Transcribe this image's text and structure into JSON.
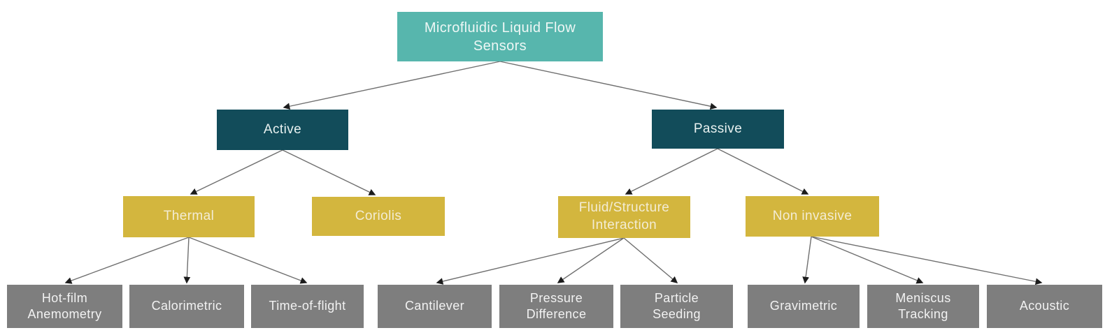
{
  "colors": {
    "background": "#ffffff",
    "root_box": "#57b6ad",
    "level2_box": "#124c5a",
    "level3_box": "#d3b63e",
    "level4_box": "#7e7e7e",
    "root_text": "#eef7f5",
    "level2_text": "#e8f1f0",
    "level3_text": "#f3ecd4",
    "level4_text": "#f2f2f2",
    "line": "#6f6f6f",
    "arrowhead": "#1c1c1c"
  },
  "hierarchy": {
    "label": "Microfluidic Liquid Flow\nSensors",
    "children": [
      {
        "label": "Active",
        "children": [
          {
            "label": "Thermal",
            "children": [
              {
                "label": "Hot-film\nAnemometry"
              },
              {
                "label": "Calorimetric"
              },
              {
                "label": "Time-of-flight"
              }
            ]
          },
          {
            "label": "Coriolis",
            "children": []
          }
        ]
      },
      {
        "label": "Passive",
        "children": [
          {
            "label": "Fluid/Structure\nInteraction",
            "children": [
              {
                "label": "Cantilever"
              },
              {
                "label": "Pressure\nDifference"
              },
              {
                "label": "Particle\nSeeding"
              }
            ]
          },
          {
            "label": "Non invasive",
            "children": [
              {
                "label": "Gravimetric"
              },
              {
                "label": "Meniscus\nTracking"
              },
              {
                "label": "Acoustic"
              }
            ]
          }
        ]
      }
    ]
  }
}
